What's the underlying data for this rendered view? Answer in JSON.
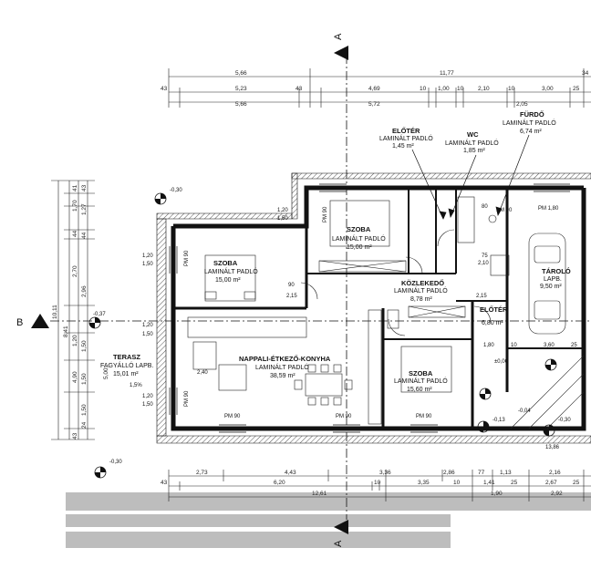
{
  "section_labels": {
    "a_top": "A",
    "a_bottom": "A",
    "b_left": "B"
  },
  "rooms": [
    {
      "id": "szoba1",
      "name": "SZOBA",
      "floor": "LAMINÁLT PADLÓ",
      "area": "15,00 m²"
    },
    {
      "id": "szoba2",
      "name": "SZOBA",
      "floor": "LAMINÁLT PADLÓ",
      "area": "15,00 m²"
    },
    {
      "id": "szoba3",
      "name": "SZOBA",
      "floor": "LAMINÁLT PADLÓ",
      "area": "15,60 m²"
    },
    {
      "id": "nappali",
      "name": "NAPPALI-ÉTKEZŐ-KONYHA",
      "floor": "LAMINÁLT PADLÓ",
      "area": "38,59 m²"
    },
    {
      "id": "kozlekedo",
      "name": "KÖZLEKEDŐ",
      "floor": "LAMINÁLT PADLÓ",
      "area": "8,78 m²"
    },
    {
      "id": "eloter",
      "name": "ELŐTÉR",
      "floor": "LAMINÁLT PADLÓ",
      "area": "1,45 m²"
    },
    {
      "id": "wc",
      "name": "WC",
      "floor": "LAMINÁLT PADLÓ",
      "area": "1,85 m²"
    },
    {
      "id": "furdo",
      "name": "FÜRDŐ",
      "floor": "LAMINÁLT PADLÓ",
      "area": "6,74 m²"
    },
    {
      "id": "eloter2",
      "name": "ELŐTÉR",
      "floor": "",
      "area": "6,80 m²"
    },
    {
      "id": "terasz",
      "name": "TERASZ",
      "floor": "FAGYÁLLÓ LAPB.",
      "area": "15,01 m²"
    },
    {
      "id": "tarolo",
      "name": "TÁROLÓ",
      "floor": "LAPB.",
      "area": "9,50 m²"
    }
  ],
  "top_dimensions": {
    "row1": [
      "5,66",
      "11,77",
      "34"
    ],
    "row2": [
      "43",
      "5,23",
      "43",
      "4,69",
      "10",
      "1,00",
      "10",
      "2,10",
      "10",
      "3,00",
      "25"
    ],
    "row3": [
      "5,66",
      "5,72",
      "2,05"
    ]
  },
  "bottom_dimensions": {
    "row1": [
      "2,73",
      "4,43",
      "3,36",
      "2,86",
      "77",
      "1,13",
      "2,16"
    ],
    "row2": [
      "43",
      "6,20",
      "10",
      "3,35",
      "10",
      "1,41",
      "25",
      "2,67",
      "25"
    ],
    "row3": [
      "12,61",
      "1,90",
      "2,92"
    ]
  },
  "left_dimensions": {
    "outer": [
      "10,11",
      "8,41"
    ],
    "inner": [
      "1,70",
      "43",
      "1,27",
      "44",
      "2,70",
      "2,96",
      "1,50",
      "4,90",
      "1,50",
      "1,50",
      "24",
      "43"
    ],
    "small": [
      "41",
      "44",
      "1,20",
      "5,00"
    ]
  },
  "levels": [
    "-0,30",
    "-0,37",
    "-0,30",
    "-0,13",
    "-0,04",
    "-0,30",
    "±0,00"
  ],
  "window_tags": [
    "PM 90",
    "PM 90",
    "PM 90",
    "PM 90",
    "PM 90",
    "PM 90",
    "PM 90",
    "PM 1,80"
  ],
  "misc_labels": [
    "1,20",
    "1,50",
    "1,20",
    "1,50",
    "1,20",
    "1,50",
    "1,20",
    "1,50",
    "2,40",
    "2,15",
    "2,15",
    "90",
    "80",
    "75",
    "1,5%",
    "13,86",
    "2,10",
    "1,80",
    "10",
    "3,60",
    "25"
  ]
}
